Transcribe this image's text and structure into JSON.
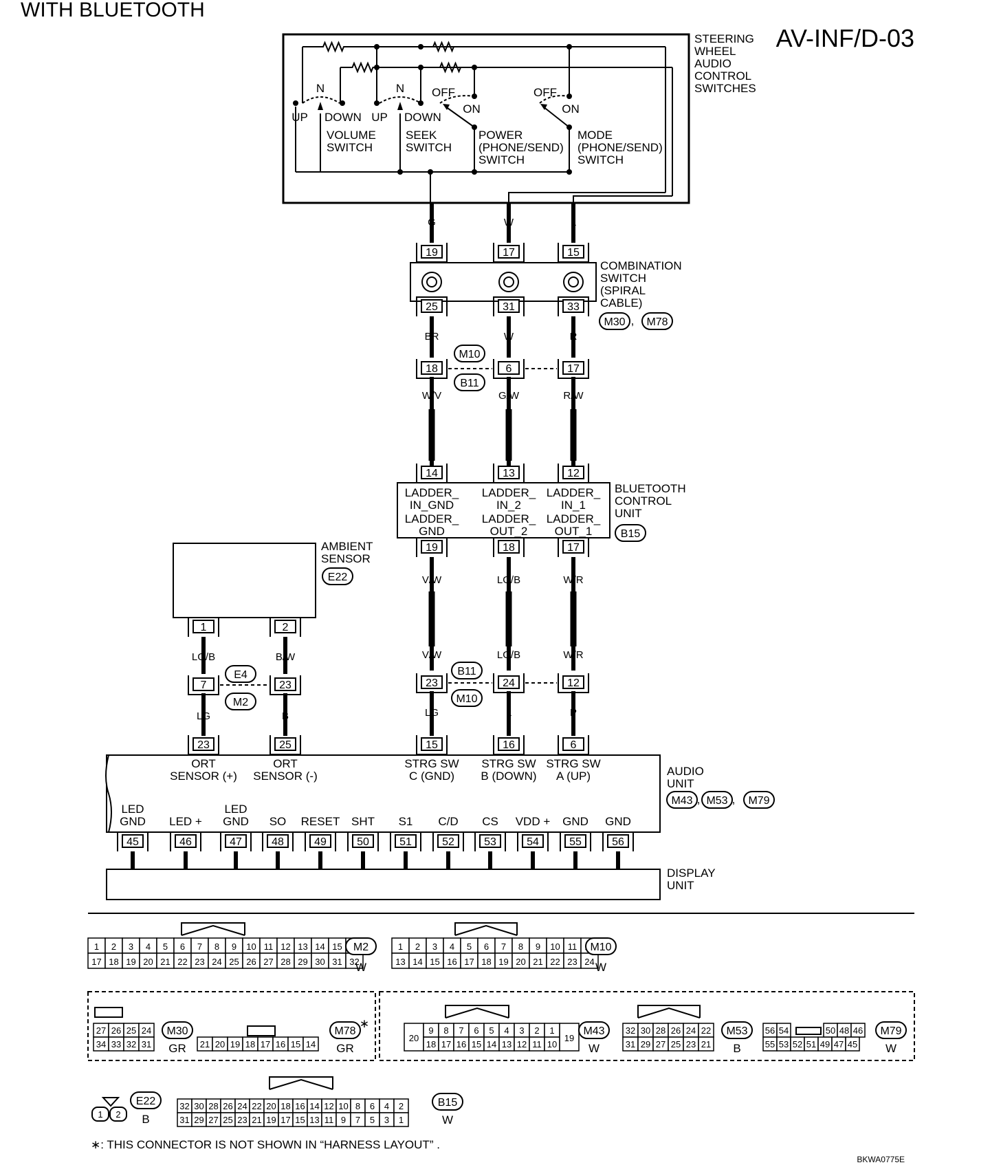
{
  "heading": "WITH BLUETOOTH",
  "diagram_code": "AV-INF/D-03",
  "image_ref": "BKWA0775E",
  "footnote": "∗: THIS CONNECTOR IS NOT SHOWN IN “HARNESS LAYOUT” .",
  "steering": {
    "title": [
      "STEERING",
      "WHEEL",
      "AUDIO",
      "CONTROL",
      "SWITCHES"
    ],
    "volume": {
      "n": "N",
      "up": "UP",
      "down": "DOWN",
      "name": [
        "VOLUME",
        "SWITCH"
      ]
    },
    "seek": {
      "n": "N",
      "up": "UP",
      "down": "DOWN",
      "name": [
        "SEEK",
        "SWITCH"
      ]
    },
    "power": {
      "off": "OFF",
      "on": "ON",
      "name": [
        "POWER",
        "(PHONE/SEND)",
        "SWITCH"
      ]
    },
    "mode": {
      "off": "OFF",
      "on": "ON",
      "name": [
        "MODE",
        "(PHONE/SEND)",
        "SWITCH"
      ]
    },
    "wires": [
      "G",
      "W",
      "L"
    ]
  },
  "combination_switch": {
    "title": [
      "COMBINATION",
      "SWITCH",
      "(SPIRAL",
      "CABLE)"
    ],
    "connectors": [
      "M30",
      "M78"
    ],
    "pins_top": [
      "19",
      "17",
      "15"
    ],
    "pins_bottom": [
      "25",
      "31",
      "33"
    ],
    "wires_below": [
      "BR",
      "W",
      "R"
    ]
  },
  "joint1": {
    "top": "M10",
    "bottom": "B11",
    "pins": [
      "18",
      "6",
      "17"
    ],
    "wires_below": [
      "W/V",
      "G/W",
      "R/W"
    ]
  },
  "bluetooth": {
    "title": [
      "BLUETOOTH",
      "CONTROL",
      "UNIT"
    ],
    "connector": "B15",
    "pins_in": [
      "14",
      "13",
      "12"
    ],
    "labels_top": [
      [
        "LADDER_",
        "IN_GND"
      ],
      [
        "LADDER_",
        "IN_2"
      ],
      [
        "LADDER_",
        "IN_1"
      ]
    ],
    "labels_bottom": [
      [
        "LADDER_",
        "GND"
      ],
      [
        "LADDER_",
        "OUT_2"
      ],
      [
        "LADDER_",
        "OUT_1"
      ]
    ],
    "pins_out": [
      "19",
      "18",
      "17"
    ],
    "wires_below": [
      "V/W",
      "LG/B",
      "W/R"
    ]
  },
  "ambient": {
    "title": [
      "AMBIENT",
      "SENSOR"
    ],
    "connector": "E22",
    "pins": [
      "1",
      "2"
    ],
    "wires_below": [
      "LG/B",
      "B/W"
    ]
  },
  "joint2": {
    "top": "E4",
    "bottom": "M2",
    "pins": [
      "7",
      "23"
    ],
    "wires_above": [
      "LG/B",
      "B/W"
    ],
    "wires_below": [
      "LG",
      "B"
    ]
  },
  "joint3": {
    "top": "B11",
    "bottom": "M10",
    "pins": [
      "23",
      "24",
      "12"
    ],
    "wires_above": [
      "V/W",
      "LG/B",
      "W/R"
    ],
    "wires_below": [
      "LG",
      "L",
      "P"
    ]
  },
  "audio": {
    "title": [
      "AUDIO",
      "UNIT"
    ],
    "connectors": [
      "M43",
      "M53",
      "M79"
    ],
    "pins_top": [
      "23",
      "25",
      "15",
      "16",
      "6"
    ],
    "labels_top": [
      [
        "ORT",
        "SENSOR (+)"
      ],
      [
        "ORT",
        "SENSOR (-)"
      ],
      [
        "STRG SW",
        "C (GND)"
      ],
      [
        "STRG SW",
        "B (DOWN)"
      ],
      [
        "STRG SW",
        "A (UP)"
      ]
    ],
    "labels_bottom": [
      [
        "LED",
        "GND"
      ],
      [
        "LED +"
      ],
      [
        "LED",
        "GND"
      ],
      [
        "SO"
      ],
      [
        "RESET"
      ],
      [
        "SHT"
      ],
      [
        "S1"
      ],
      [
        "C/D"
      ],
      [
        "CS"
      ],
      [
        "VDD +"
      ],
      [
        "GND"
      ],
      [
        "GND"
      ]
    ],
    "pins_bottom": [
      "45",
      "46",
      "47",
      "48",
      "49",
      "50",
      "51",
      "52",
      "53",
      "54",
      "55",
      "56"
    ]
  },
  "display": {
    "title": [
      "DISPLAY",
      "UNIT"
    ]
  },
  "connector_views": {
    "M2": {
      "row1": [
        "1",
        "2",
        "3",
        "4",
        "5",
        "6",
        "7",
        "8",
        "9",
        "10",
        "11",
        "12",
        "13",
        "14",
        "15",
        "16"
      ],
      "row2": [
        "17",
        "18",
        "19",
        "20",
        "21",
        "22",
        "23",
        "24",
        "25",
        "26",
        "27",
        "28",
        "29",
        "30",
        "31",
        "32"
      ],
      "color": "W"
    },
    "M10": {
      "row1": [
        "1",
        "2",
        "3",
        "4",
        "5",
        "6",
        "7",
        "8",
        "9",
        "10",
        "11",
        "12"
      ],
      "row2": [
        "13",
        "14",
        "15",
        "16",
        "17",
        "18",
        "19",
        "20",
        "21",
        "22",
        "23",
        "24"
      ],
      "color": "W"
    },
    "M30": {
      "row1": [
        "27",
        "26",
        "25",
        "24"
      ],
      "row2": [
        "34",
        "33",
        "32",
        "31"
      ],
      "color": "GR"
    },
    "M78": {
      "row1": [],
      "row2": [
        "21",
        "20",
        "19",
        "18",
        "17",
        "16",
        "15",
        "14"
      ],
      "color": "GR",
      "star": "∗"
    },
    "M43": {
      "row1": [
        "9",
        "8",
        "7",
        "6",
        "5",
        "4",
        "3",
        "2",
        "1"
      ],
      "row2": [
        "18",
        "17",
        "16",
        "15",
        "14",
        "13",
        "12",
        "11",
        "10"
      ],
      "left": "20",
      "right": "19",
      "color": "W"
    },
    "M53": {
      "row1": [
        "32",
        "30",
        "28",
        "26",
        "24",
        "22"
      ],
      "row2": [
        "31",
        "29",
        "27",
        "25",
        "23",
        "21"
      ],
      "color": "B"
    },
    "M79": {
      "row1": [
        "56",
        "54",
        "50",
        "48",
        "46"
      ],
      "row2": [
        "55",
        "53",
        "52",
        "51",
        "49",
        "47",
        "45"
      ],
      "color": "W"
    },
    "E22": {
      "pins": [
        "1",
        "2"
      ],
      "color": "B"
    },
    "B15": {
      "row1": [
        "32",
        "30",
        "28",
        "26",
        "24",
        "22",
        "20",
        "18",
        "16",
        "14",
        "12",
        "10",
        "8",
        "6",
        "4",
        "2"
      ],
      "row2": [
        "31",
        "29",
        "27",
        "25",
        "23",
        "21",
        "19",
        "17",
        "15",
        "13",
        "11",
        "9",
        "7",
        "5",
        "3",
        "1"
      ],
      "color": "W"
    }
  }
}
